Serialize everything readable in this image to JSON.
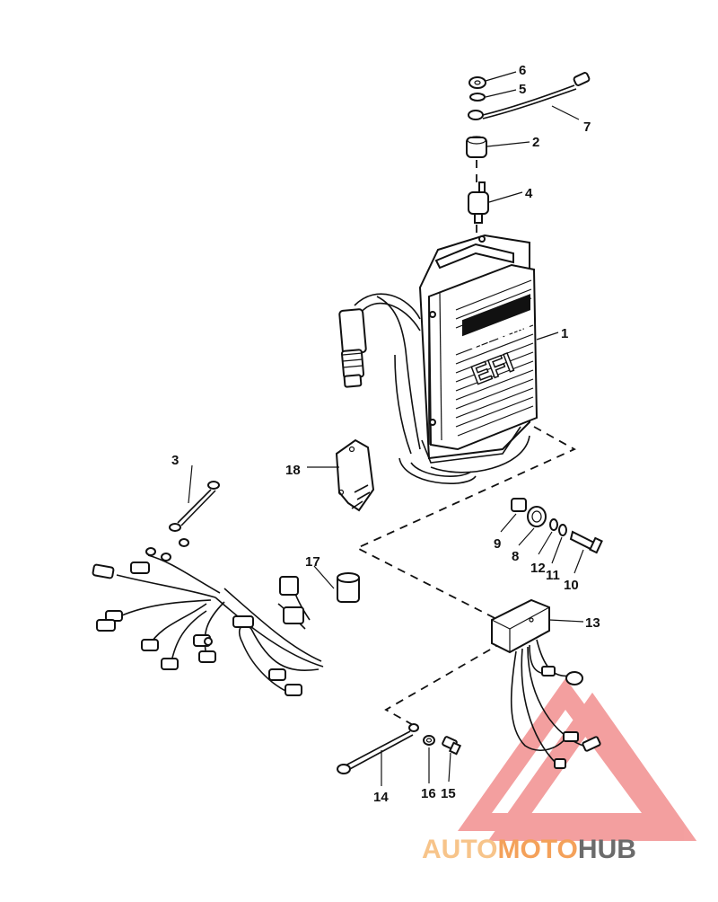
{
  "callouts": [
    "1",
    "2",
    "3",
    "4",
    "5",
    "6",
    "7",
    "8",
    "9",
    "10",
    "11",
    "12",
    "13",
    "14",
    "15",
    "16",
    "17",
    "18"
  ],
  "module_marking": "3.4 LITRE",
  "module_logo": "EFI",
  "watermark": {
    "part1": "AUTO",
    "part2": "MOTO",
    "part3": "HUB",
    "color_auto": "#f7c48a",
    "color_moto": "#f4a15a",
    "color_hub": "#6b6b6b",
    "triangle_color": "#f08080"
  }
}
